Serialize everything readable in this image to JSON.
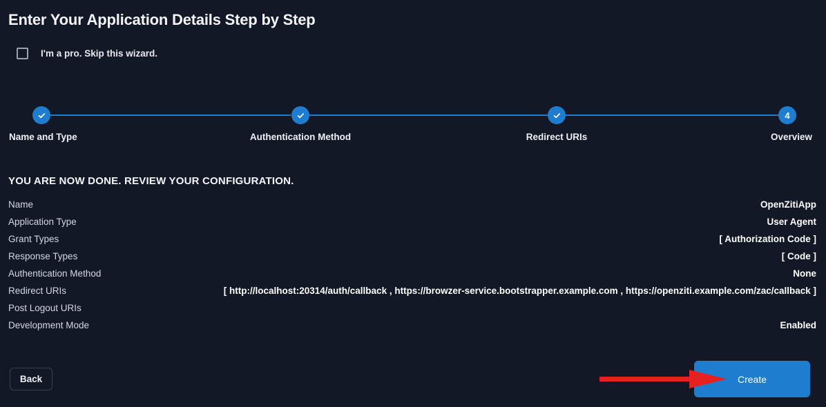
{
  "header": {
    "title": "Enter Your Application Details Step by Step"
  },
  "skip_wizard": {
    "label": "I'm a pro. Skip this wizard.",
    "checked": false
  },
  "stepper": {
    "accent_color": "#1f7dd0",
    "steps": [
      {
        "label": "Name and Type",
        "state": "complete",
        "indicator": "check-icon"
      },
      {
        "label": "Authentication Method",
        "state": "complete",
        "indicator": "check-icon"
      },
      {
        "label": "Redirect URIs",
        "state": "complete",
        "indicator": "check-icon"
      },
      {
        "label": "Overview",
        "state": "current",
        "indicator": "4"
      }
    ]
  },
  "review": {
    "heading": "YOU ARE NOW DONE. REVIEW YOUR CONFIGURATION.",
    "rows": [
      {
        "key": "Name",
        "value": "OpenZitiApp"
      },
      {
        "key": "Application Type",
        "value": "User Agent"
      },
      {
        "key": "Grant Types",
        "value": "[ Authorization Code ]"
      },
      {
        "key": "Response Types",
        "value": "[ Code ]"
      },
      {
        "key": "Authentication Method",
        "value": "None"
      },
      {
        "key": "Redirect URIs",
        "value": "[ http://localhost:20314/auth/callback , https://browzer-service.bootstrapper.example.com , https://openziti.example.com/zac/callback ]"
      },
      {
        "key": "Post Logout URIs",
        "value": ""
      },
      {
        "key": "Development Mode",
        "value": "Enabled"
      }
    ]
  },
  "footer": {
    "back_label": "Back",
    "create_label": "Create",
    "create_color": "#1f7dd0"
  },
  "annotation": {
    "arrow_color": "#e8201f",
    "points_to": "create-button"
  }
}
